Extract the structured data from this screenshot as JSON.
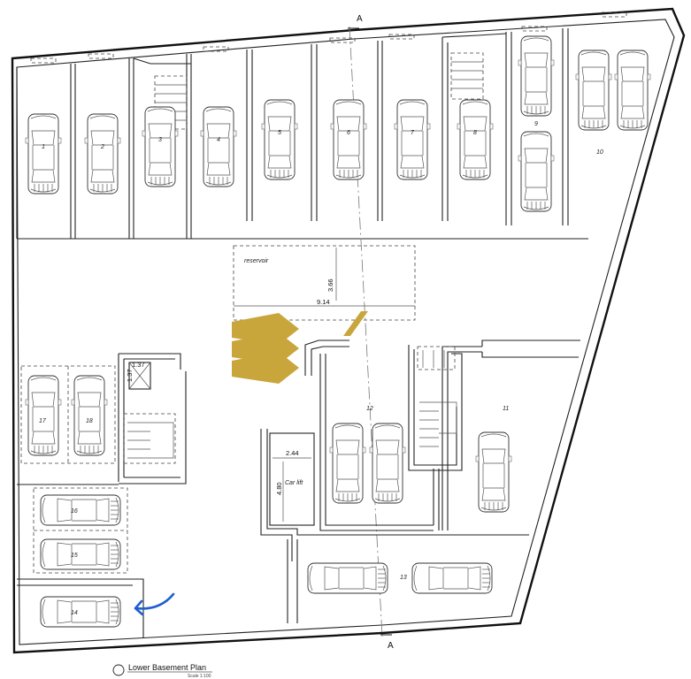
{
  "plan": {
    "title": "Lower Basement Plan",
    "scale": "Scale 1:100",
    "section_marker": "A"
  },
  "bays": [
    {
      "id": "1",
      "label": "1"
    },
    {
      "id": "2",
      "label": "2"
    },
    {
      "id": "3",
      "label": "3"
    },
    {
      "id": "4",
      "label": "4"
    },
    {
      "id": "5",
      "label": "5"
    },
    {
      "id": "6",
      "label": "6"
    },
    {
      "id": "7",
      "label": "7"
    },
    {
      "id": "8",
      "label": "8"
    },
    {
      "id": "9",
      "label": "9"
    },
    {
      "id": "10",
      "label": "10"
    },
    {
      "id": "11",
      "label": "11"
    },
    {
      "id": "12",
      "label": "12"
    },
    {
      "id": "13",
      "label": "13"
    },
    {
      "id": "14",
      "label": "14"
    },
    {
      "id": "15",
      "label": "15"
    },
    {
      "id": "16",
      "label": "16"
    },
    {
      "id": "17",
      "label": "17"
    },
    {
      "id": "18",
      "label": "18"
    }
  ],
  "reservoir": {
    "label": "reservoir",
    "width": "9.14",
    "depth": "3.66"
  },
  "car_lift": {
    "label": "Car lift",
    "width": "2.44",
    "depth": "4.80"
  },
  "lift_shaft": {
    "width": "1.37",
    "depth": "1.37"
  },
  "colors": {
    "annotation_arrow": "#1f5fd0",
    "ramp": "#c8a63c"
  }
}
